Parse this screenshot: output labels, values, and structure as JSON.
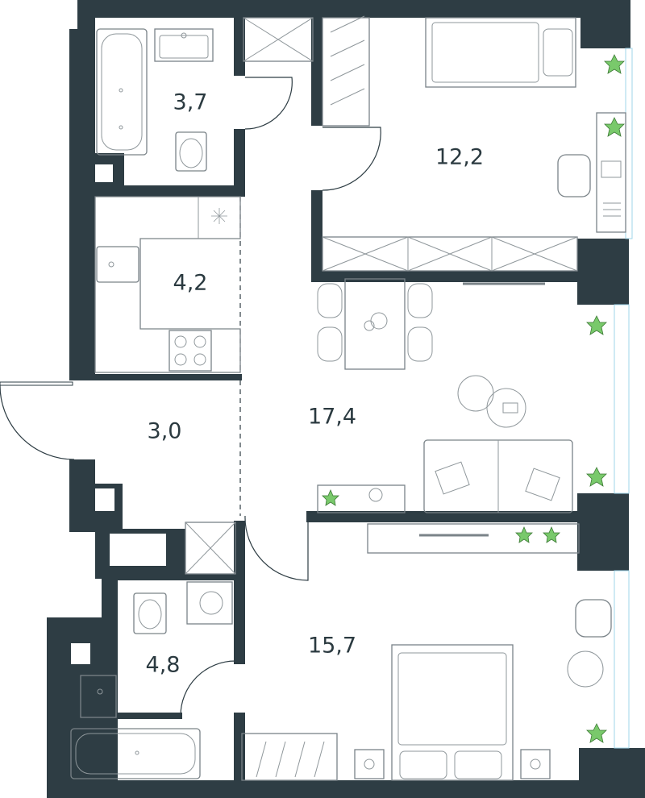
{
  "colors": {
    "wall": "#2e3d44",
    "fixture": "#7a8388",
    "plant": "#79c96b",
    "window": "#9fd4e8",
    "label": "#2b3a40"
  },
  "rooms": [
    {
      "id": "bathroom-top",
      "area": "3,7"
    },
    {
      "id": "kitchen",
      "area": "4,2"
    },
    {
      "id": "hallway",
      "area": "3,0"
    },
    {
      "id": "bedroom-top",
      "area": "12,2"
    },
    {
      "id": "living-room",
      "area": "17,4"
    },
    {
      "id": "bathroom-bottom",
      "area": "4,8"
    },
    {
      "id": "bedroom-bottom",
      "area": "15,7"
    }
  ],
  "icons": {
    "plant": "plant-icon",
    "bathtub": "bathtub-icon",
    "toilet": "toilet-icon",
    "sink": "sink-icon",
    "stove": "stove-icon",
    "bed": "bed-icon",
    "sofa": "sofa-icon",
    "table": "dining-table-icon",
    "wardrobe": "wardrobe-icon",
    "tv": "tv-icon",
    "washing_machine": "washing-machine-icon",
    "desk": "desk-icon",
    "armchair": "armchair-icon"
  }
}
